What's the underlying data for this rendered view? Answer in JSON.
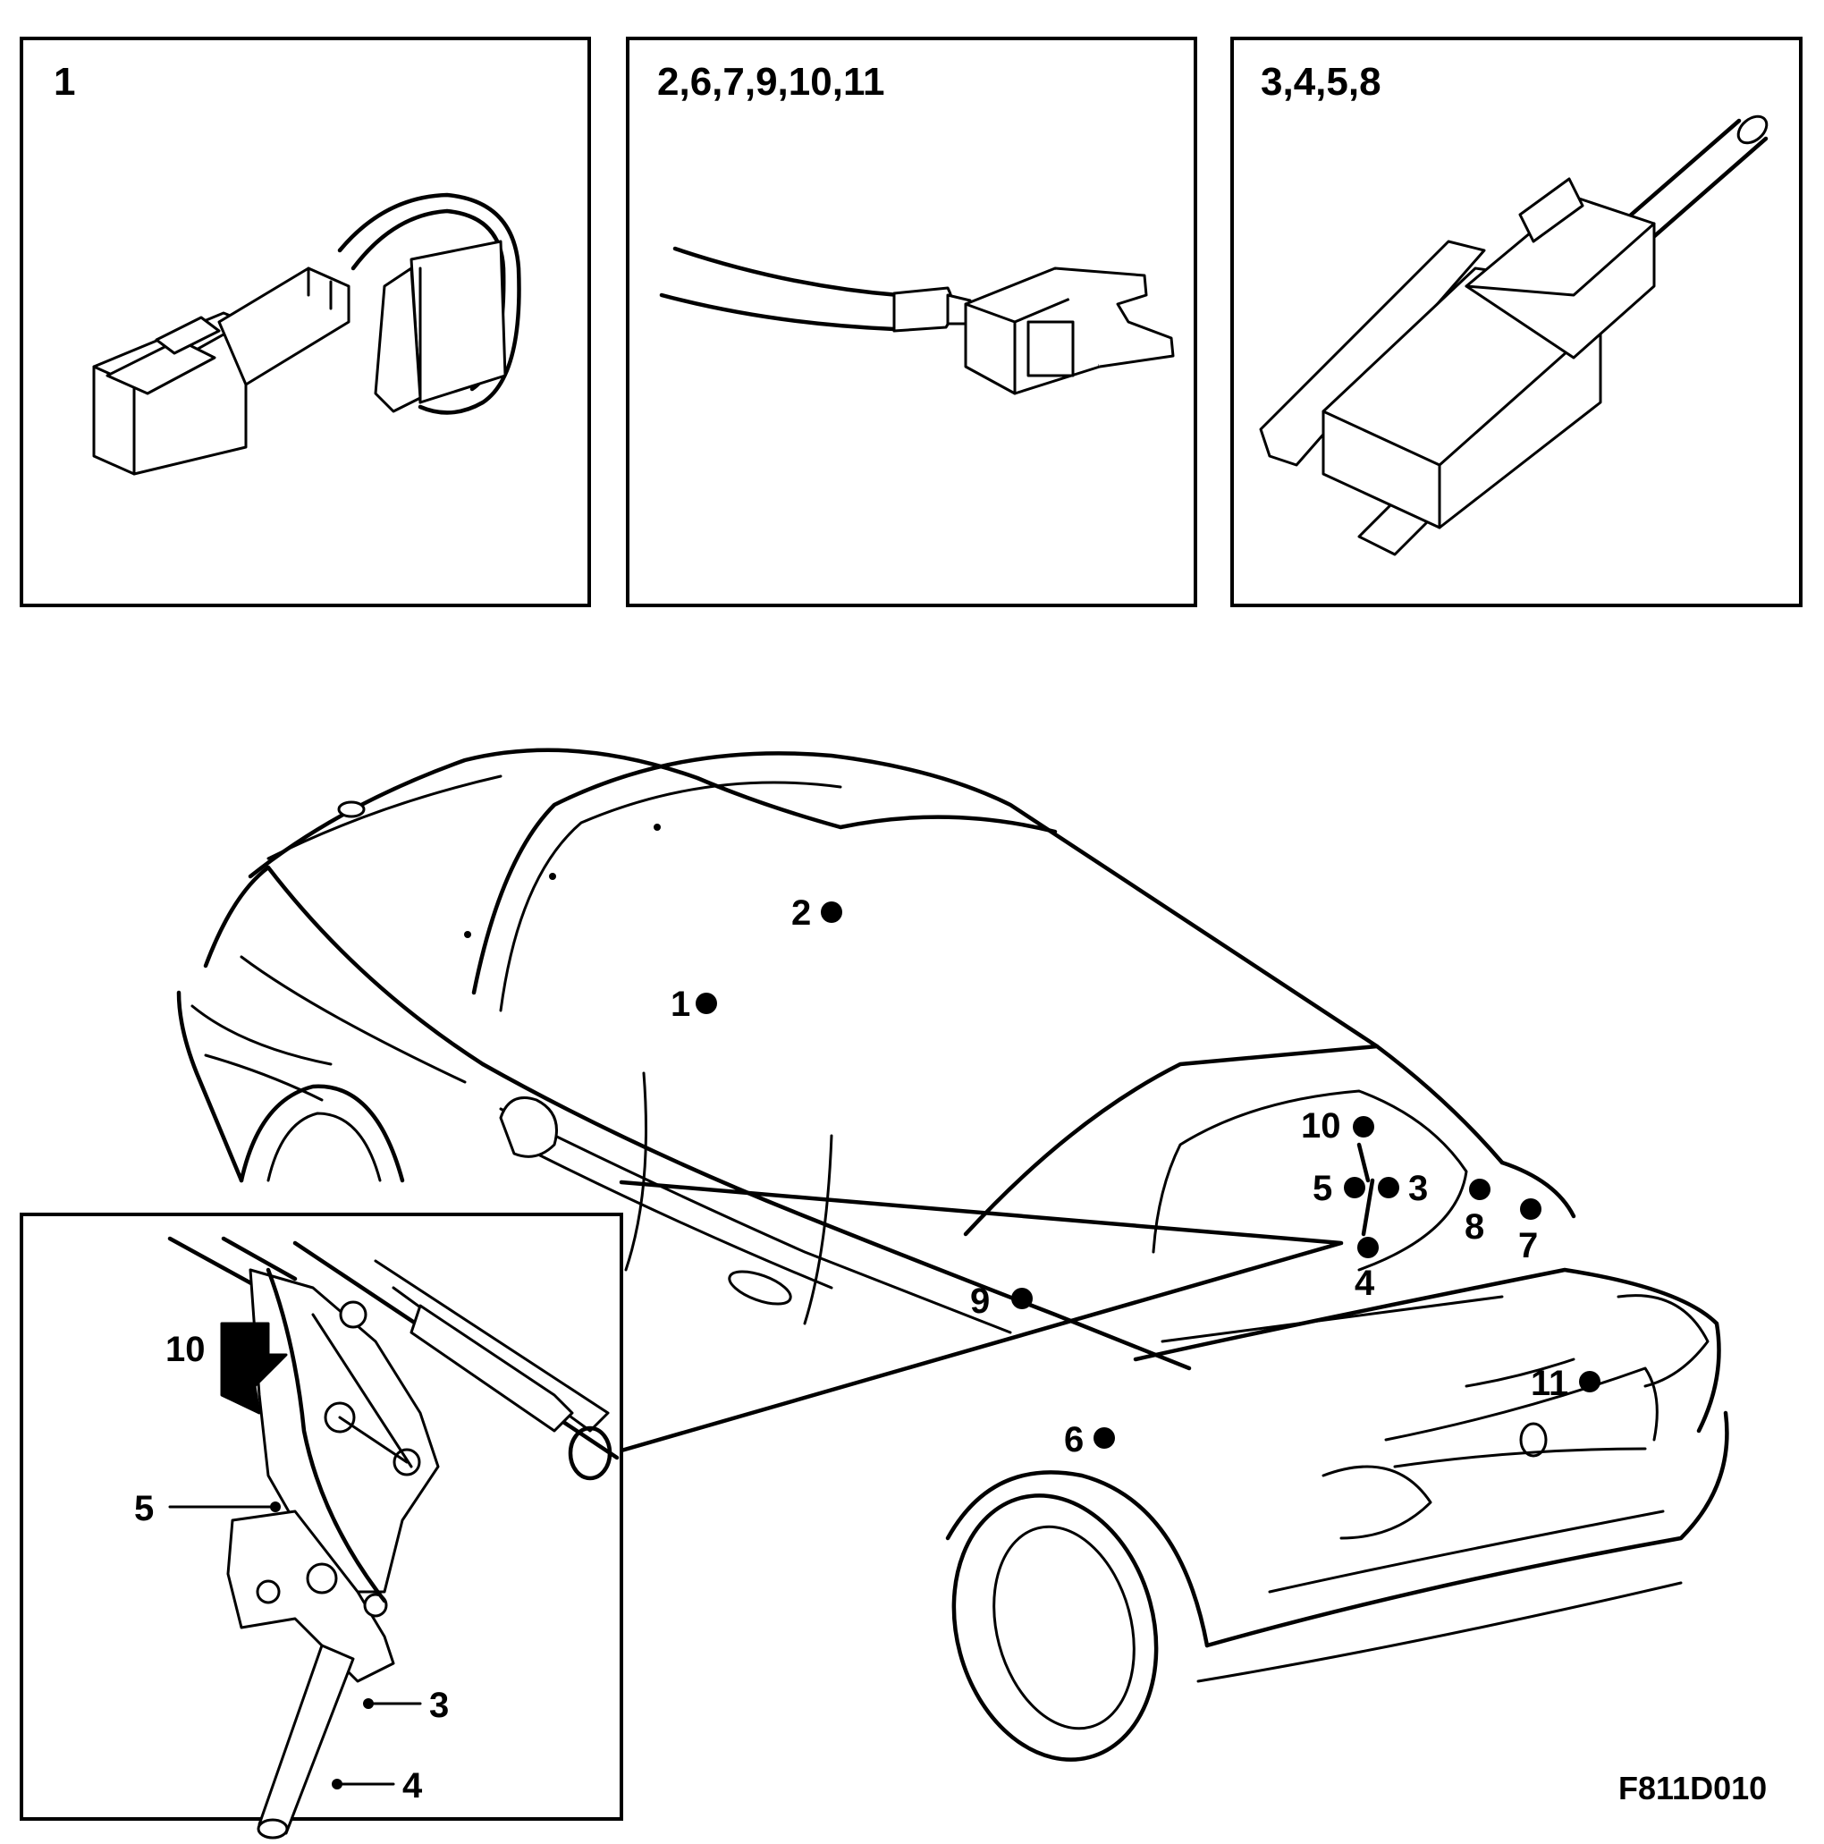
{
  "panels": [
    {
      "title": "1"
    },
    {
      "title": "2,6,7,9,10,11"
    },
    {
      "title": "3,4,5,8"
    }
  ],
  "car_callouts": [
    "1",
    "2",
    "3",
    "4",
    "5",
    "6",
    "7",
    "8",
    "9",
    "10",
    "11"
  ],
  "detail_callouts": [
    "10",
    "5",
    "3",
    "4"
  ],
  "figure_code": "F811D010"
}
